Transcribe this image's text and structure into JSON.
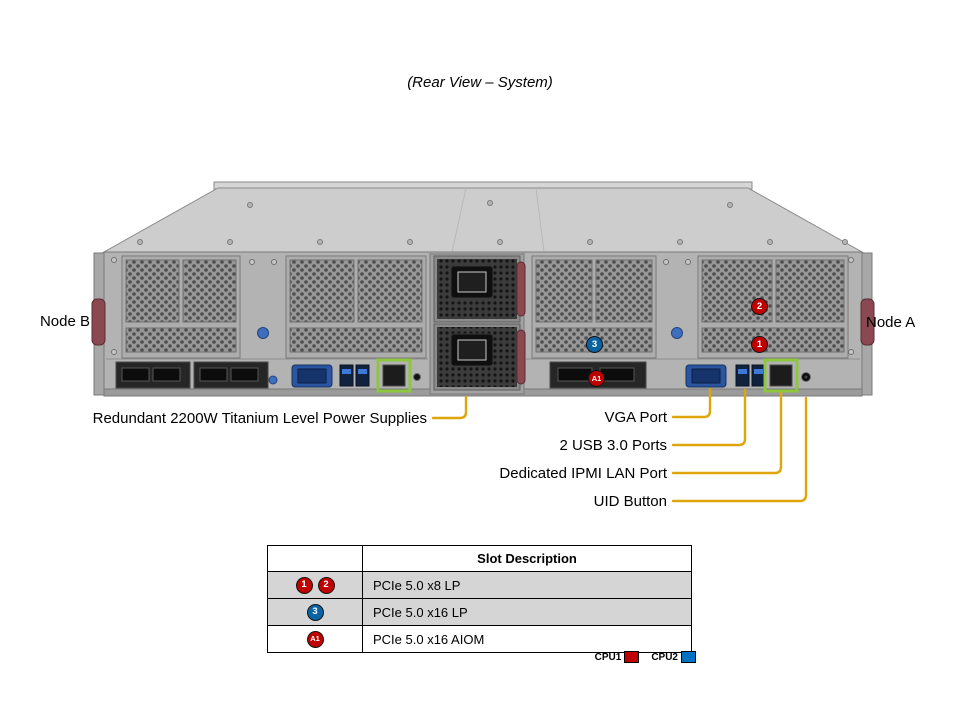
{
  "page": {
    "title": "(Rear View – System)"
  },
  "diagram": {
    "node_b_label": "Node B",
    "node_a_label": "Node A",
    "callouts": {
      "psu": "Redundant 2200W Titanium Level Power Supplies",
      "vga": "VGA Port",
      "usb": "2 USB 3.0 Ports",
      "ipmi": "Dedicated IPMI LAN Port",
      "uid": "UID Button"
    },
    "badges": {
      "slot1": {
        "id": "1",
        "color": "#C00000"
      },
      "slot2": {
        "id": "2",
        "color": "#C00000"
      },
      "slot3": {
        "id": "3",
        "color": "#0A64A4"
      },
      "aiom": {
        "id": "A1",
        "color": "#C00000"
      }
    },
    "callout_line_color": "#DFA60B",
    "lan_highlight_color": "#8DC63F"
  },
  "table": {
    "header": "Slot Description",
    "rows": [
      {
        "badges": [
          "1",
          "2"
        ],
        "badge_color": "#C00000",
        "description": "PCIe 5.0 x8 LP"
      },
      {
        "badges": [
          "3"
        ],
        "badge_color": "#0A64A4",
        "description": "PCIe 5.0 x16 LP"
      },
      {
        "badges": [
          "A1"
        ],
        "badge_color": "#C00000",
        "description": "PCIe 5.0 x16 AIOM"
      }
    ]
  },
  "legend": {
    "cpu1": {
      "label": "CPU1",
      "color": "#C00000"
    },
    "cpu2": {
      "label": "CPU2",
      "color": "#0070C0"
    }
  }
}
